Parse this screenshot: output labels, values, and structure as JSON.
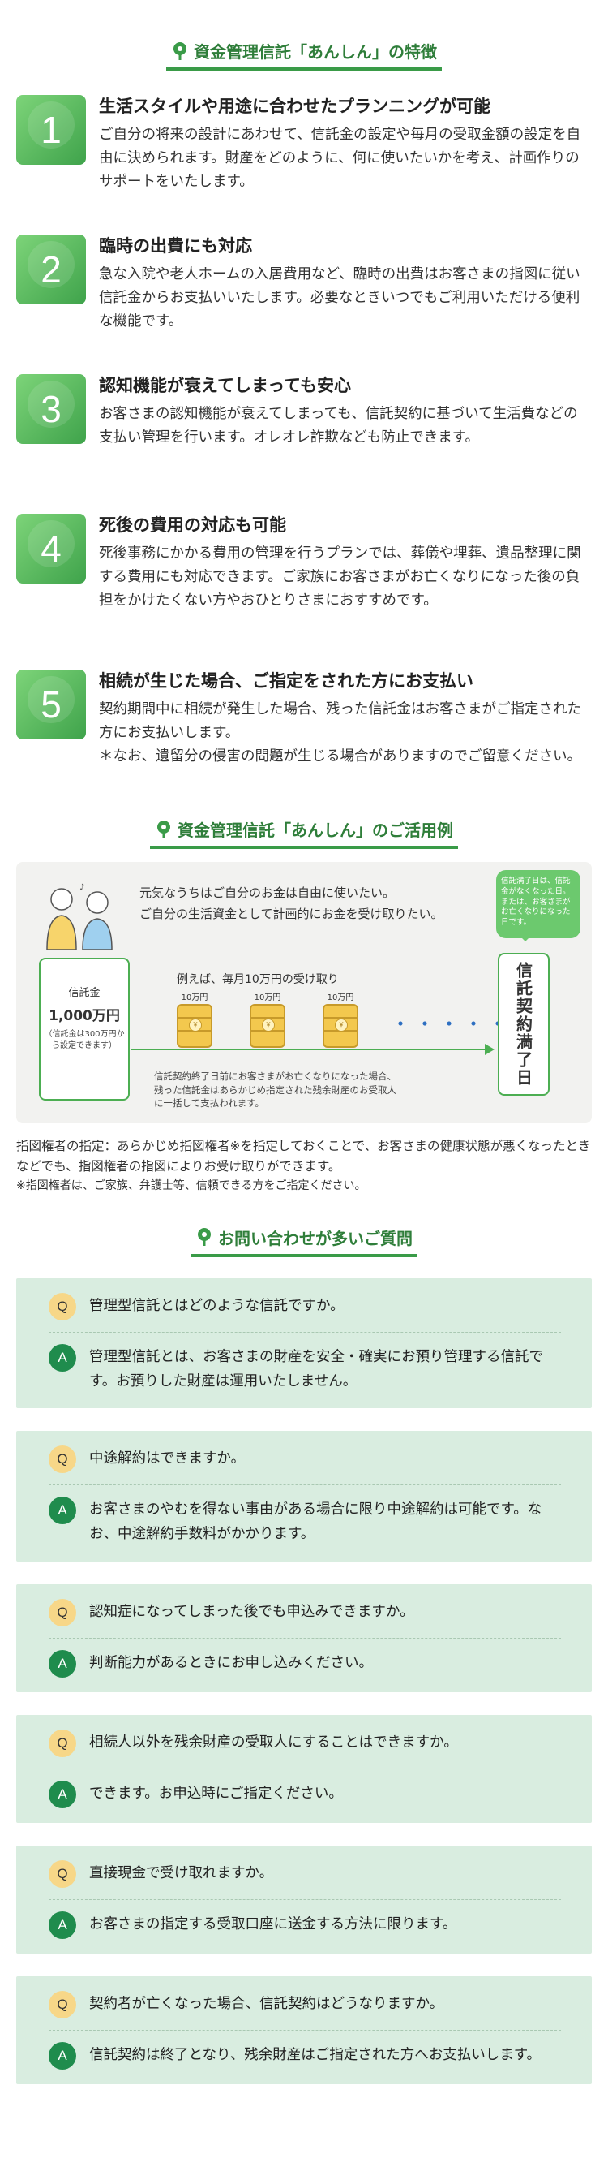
{
  "features_section": {
    "heading": "資金管理信託「あんしん」の特徴",
    "items": [
      {
        "num": "1",
        "title": "生活スタイルや用途に合わせたプランニングが可能",
        "text": "ご自分の将来の設計にあわせて、信託金の設定や毎月の受取金額の設定を自由に決められます。財産をどのように、何に使いたいかを考え、計画作りのサポートをいたします。"
      },
      {
        "num": "2",
        "title": "臨時の出費にも対応",
        "text": "急な入院や老人ホームの入居費用など、臨時の出費はお客さまの指図に従い信託金からお支払いいたします。必要なときいつでもご利用いただける便利な機能です。"
      },
      {
        "num": "3",
        "title": "認知機能が衰えてしまっても安心",
        "text": "お客さまの認知機能が衰えてしまっても、信託契約に基づいて生活費などの支払い管理を行います。オレオレ詐欺なども防止できます。"
      },
      {
        "num": "4",
        "title": "死後の費用の対応も可能",
        "text": "死後事務にかかる費用の管理を行うプランでは、葬儀や埋葬、遺品整理に関する費用にも対応できます。ご家族にお客さまがお亡くなりになった後の負担をかけたくない方やおひとりさまにおすすめです。"
      },
      {
        "num": "5",
        "title": "相続が生じた場合、ご指定をされた方にお支払い",
        "text": "契約期間中に相続が発生した場合、残った信託金はお客さまがご指定された方にお支払いします。",
        "note": "＊なお、遺留分の侵害の問題が生じる場合がありますのでご留意ください。"
      }
    ]
  },
  "example_section": {
    "heading": "資金管理信託「あんしん」のご活用例",
    "message_line1": "元気なうちはご自分のお金は自由に使いたい。",
    "message_line2": "ご自分の生活資金として計画的にお金を受け取りたい。",
    "bubble_text": "信託満了日は、信託金がなくなった日。または、お客さまがお亡くなりになった日です。",
    "fund_label": "信託金",
    "fund_amount": "1,000万円",
    "fund_note": "（信託金は300万円から設定できます）",
    "monthly_label": "例えば、毎月10万円の受け取り",
    "coin_label": "10万円",
    "coin_mark": "￥",
    "dots": "・・・・・",
    "end_label": "信託契約満了日",
    "note_line1": "信託契約終了日前にお客さまがお亡くなりになった場合、",
    "note_line2": "残った信託金はあらかじめ指定された残余財産のお受取人",
    "note_line3": "に一括して支払われます。",
    "designee_text": "指図権者の指定：あらかじめ指図権者※を指定しておくことで、お客さまの健康状態が悪くなったときなどでも、指図権者の指図によりお受け取りができます。",
    "designee_note": "※指図権者は、ご家族、弁護士等、信頼できる方をご指定ください。"
  },
  "faq_section": {
    "heading": "お問い合わせが多いご質問",
    "q_badge": "Q",
    "a_badge": "A",
    "items": [
      {
        "q": "管理型信託とはどのような信託ですか。",
        "a": "管理型信託とは、お客さまの財産を安全・確実にお預り管理する信託です。お預りした財産は運用いたしません。"
      },
      {
        "q": "中途解約はできますか。",
        "a": "お客さまのやむを得ない事由がある場合に限り中途解約は可能です。なお、中途解約手数料がかかります。"
      },
      {
        "q": "認知症になってしまった後でも申込みできますか。",
        "a": "判断能力があるときにお申し込みください。"
      },
      {
        "q": "相続人以外を残余財産の受取人にすることはできますか。",
        "a": "できます。お申込時にご指定ください。"
      },
      {
        "q": "直接現金で受け取れますか。",
        "a": "お客さまの指定する受取口座に送金する方法に限ります。"
      },
      {
        "q": "契約者が亡くなった場合、信託契約はどうなりますか。",
        "a": "信託契約は終了となり、残余財産はご指定された方へお支払いします。"
      }
    ]
  },
  "colors": {
    "accent_green": "#3a9b48",
    "faq_bg": "#d9ede0",
    "q_badge": "#f7d788",
    "a_badge": "#1f8c4d"
  }
}
